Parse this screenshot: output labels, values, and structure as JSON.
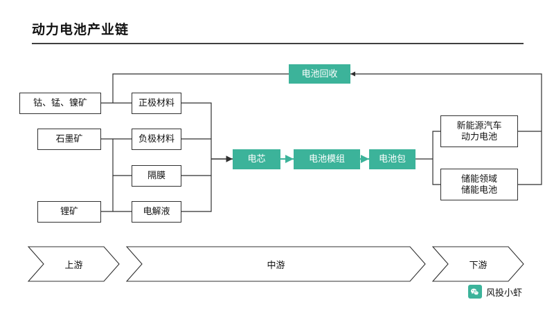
{
  "header": {
    "title": "动力电池产业链"
  },
  "nodes": {
    "upstream": [
      {
        "label": "钴、锰、镍矿"
      },
      {
        "label": "石墨矿"
      },
      {
        "label": "锂矿"
      }
    ],
    "materials": [
      {
        "label": "正极材料"
      },
      {
        "label": "负极材料"
      },
      {
        "label": "隔膜"
      },
      {
        "label": "电解液"
      }
    ],
    "midstream": [
      {
        "label": "电芯"
      },
      {
        "label": "电池模组"
      },
      {
        "label": "电池包"
      }
    ],
    "downstream": [
      {
        "label": "新能源汽车\n动力电池",
        "line1": "新能源汽车",
        "line2": "动力电池"
      },
      {
        "label": "储能领域\n储能电池",
        "line1": "储能领域",
        "line2": "储能电池"
      }
    ],
    "recycle": {
      "label": "电池回收"
    }
  },
  "bands": [
    {
      "label": "上游"
    },
    {
      "label": "中游"
    },
    {
      "label": "下游"
    }
  ],
  "footer": {
    "brand": "风投小虾",
    "logo_icon": "wechat-icon",
    "logo_glyph": "✆"
  },
  "colors": {
    "accent": "#3cb39a",
    "line": "#2f2f2f",
    "text": "#111111",
    "background": "#ffffff"
  }
}
